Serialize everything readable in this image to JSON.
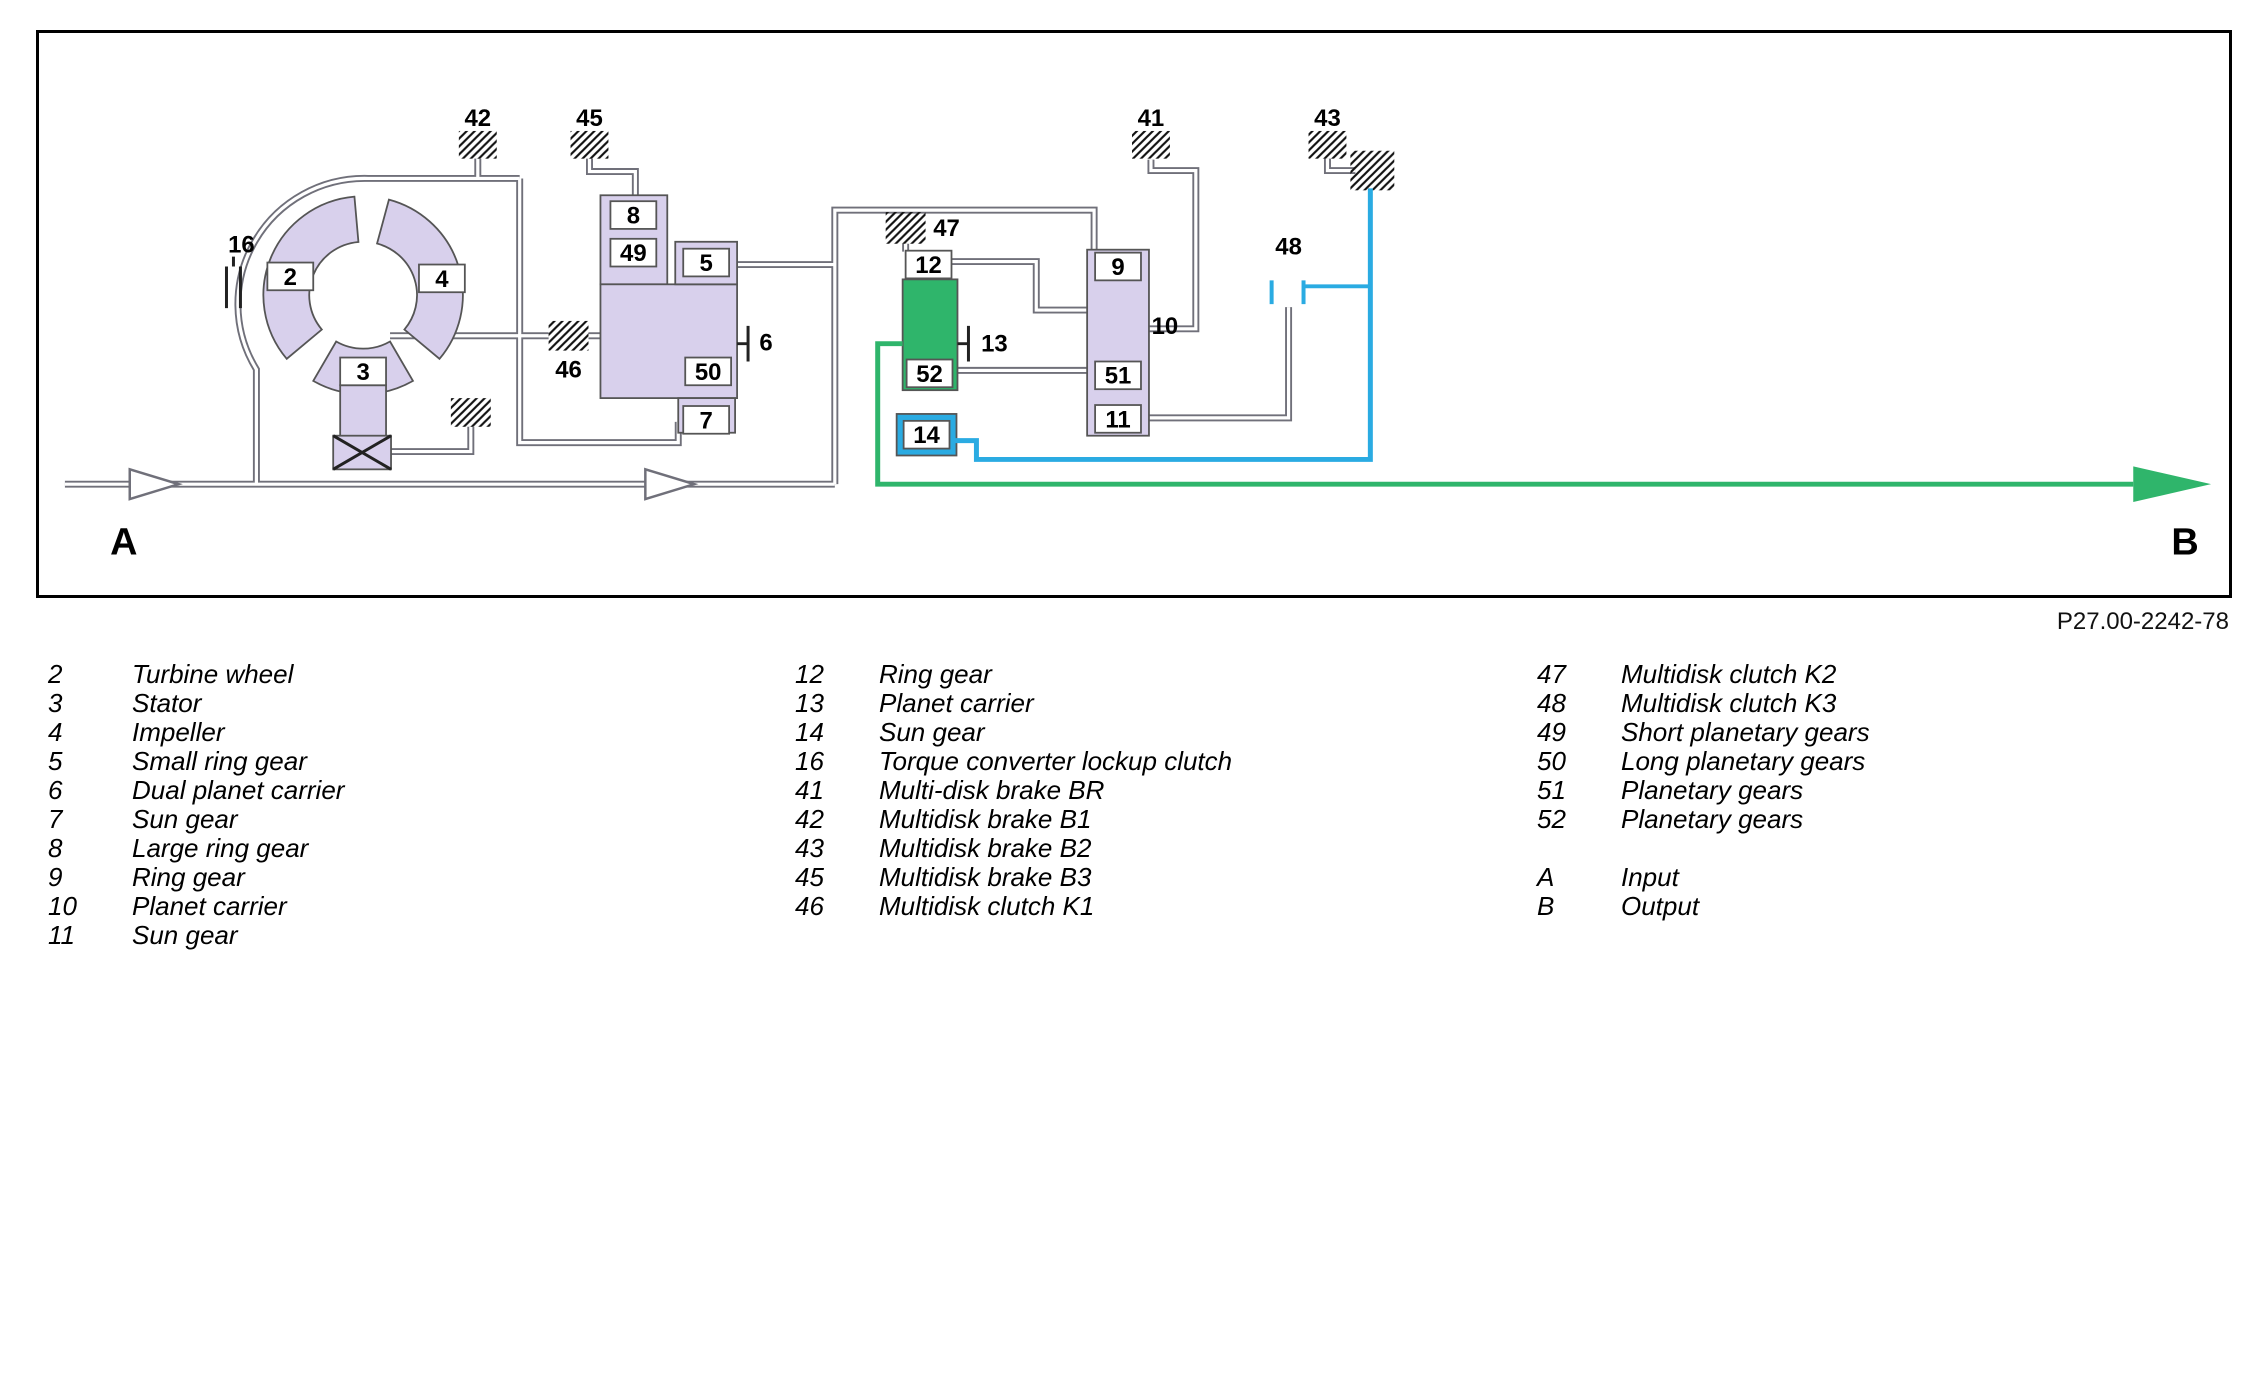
{
  "colors": {
    "lavender": "#d8d0ec",
    "green": "#2fb56b",
    "blue": "#2aabe2",
    "pipe": "#70707a",
    "hatch": "#111111"
  },
  "diagram": {
    "ref_code": "P27.00-2242-78",
    "labels": {
      "2": "2",
      "3": "3",
      "4": "4",
      "5": "5",
      "6": "6",
      "7": "7",
      "8": "8",
      "9": "9",
      "10": "10",
      "11": "11",
      "12": "12",
      "13": "13",
      "14": "14",
      "16": "16",
      "41": "41",
      "42": "42",
      "43": "43",
      "45": "45",
      "46": "46",
      "47": "47",
      "48": "48",
      "49": "49",
      "50": "50",
      "51": "51",
      "52": "52",
      "A": "A",
      "B": "B"
    }
  },
  "legend": {
    "col1": [
      {
        "num": "2",
        "text": "Turbine wheel"
      },
      {
        "num": "3",
        "text": "Stator"
      },
      {
        "num": "4",
        "text": "Impeller"
      },
      {
        "num": "5",
        "text": "Small ring gear"
      },
      {
        "num": "6",
        "text": "Dual planet carrier"
      },
      {
        "num": "7",
        "text": "Sun gear"
      },
      {
        "num": "8",
        "text": "Large ring gear"
      },
      {
        "num": "9",
        "text": "Ring gear"
      },
      {
        "num": "10",
        "text": "Planet carrier"
      },
      {
        "num": "11",
        "text": "Sun gear"
      }
    ],
    "col2": [
      {
        "num": "12",
        "text": "Ring gear"
      },
      {
        "num": "13",
        "text": "Planet carrier"
      },
      {
        "num": "14",
        "text": "Sun gear"
      },
      {
        "num": "16",
        "text": "Torque converter lockup clutch"
      },
      {
        "num": "41",
        "text": "Multi-disk brake BR"
      },
      {
        "num": "42",
        "text": "Multidisk brake B1"
      },
      {
        "num": "43",
        "text": "Multidisk brake B2"
      },
      {
        "num": "45",
        "text": "Multidisk brake B3"
      },
      {
        "num": "46",
        "text": "Multidisk clutch K1"
      }
    ],
    "col3": [
      {
        "num": "47",
        "text": "Multidisk clutch K2"
      },
      {
        "num": "48",
        "text": "Multidisk clutch K3"
      },
      {
        "num": "49",
        "text": "Short planetary gears"
      },
      {
        "num": "50",
        "text": "Long planetary gears"
      },
      {
        "num": "51",
        "text": "Planetary gears"
      },
      {
        "num": "52",
        "text": "Planetary gears"
      }
    ],
    "io": [
      {
        "num": "A",
        "text": "Input"
      },
      {
        "num": "B",
        "text": "Output"
      }
    ]
  }
}
